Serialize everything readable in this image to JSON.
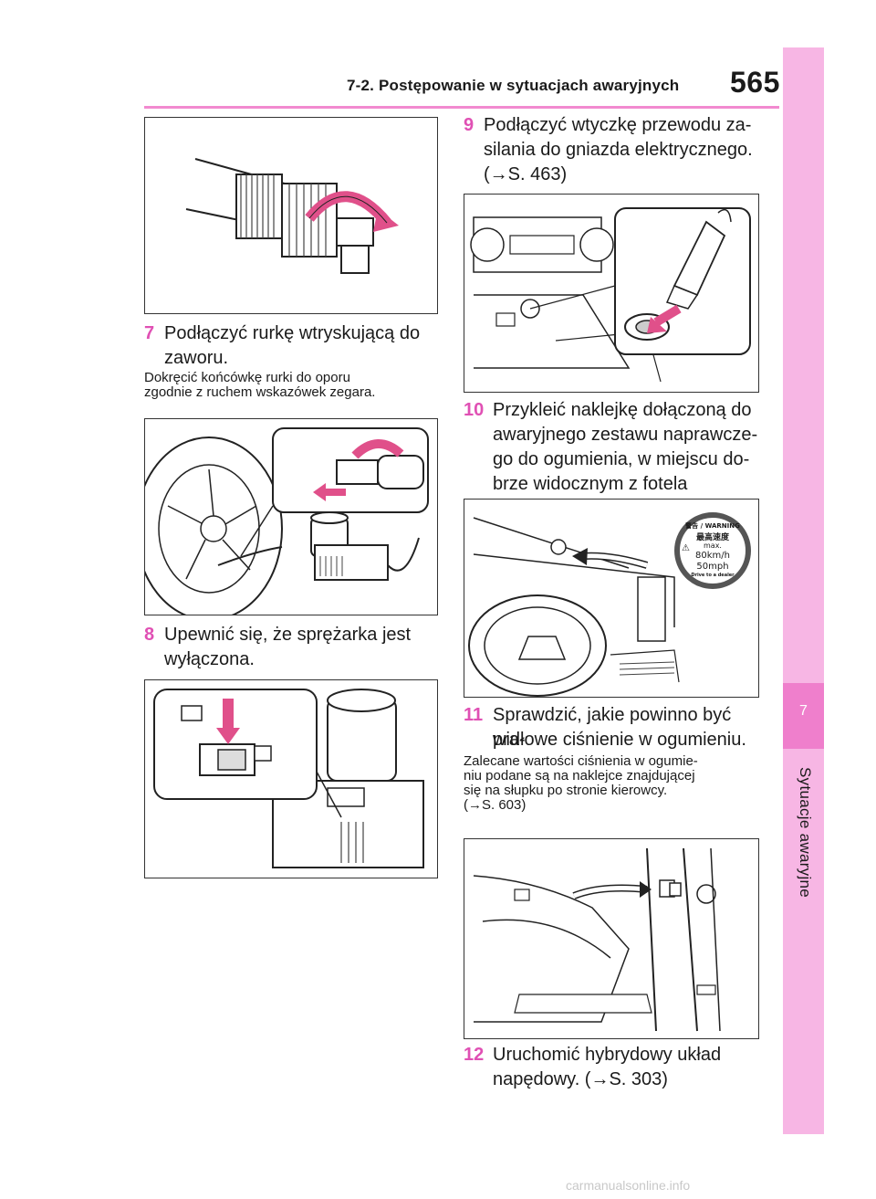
{
  "header": {
    "section": "7-2. Postępowanie w sytuacjach awaryjnych",
    "page_number": "565"
  },
  "side_tab": {
    "chapter_number": "7",
    "chapter_title": "Sytuacje awaryjne"
  },
  "left_column": {
    "step7": {
      "number": "7",
      "line1": "Podłączyć rurkę wtryskującą do",
      "line2": "zaworu.",
      "note_line1": "Dokręcić końcówkę rurki do oporu",
      "note_line2": "zgodnie z ruchem wskazówek zegara."
    },
    "step8": {
      "number": "8",
      "line1": "Upewnić się, że sprężarka jest",
      "line2": "wyłączona."
    }
  },
  "right_column": {
    "step9": {
      "number": "9",
      "line1": "Podłączyć wtyczkę przewodu za-",
      "line2": "silania do gniazda elektrycznego.",
      "line3": "(→S. 463)"
    },
    "step10": {
      "number": "10",
      "line1": "Przykleić naklejkę dołączoną do",
      "line2": "awaryjnego zestawu naprawcze-",
      "line3": "go do ogumienia, w miejscu do-",
      "line4": "brze widocznym z fotela kierowcy."
    },
    "step11": {
      "number": "11",
      "line1": "Sprawdzić, jakie powinno być pra-",
      "line2": "widłowe ciśnienie w ogumieniu.",
      "note_line1": "Zalecane wartości ciśnienia w ogumie-",
      "note_line2": "niu podane są na naklejce znajdującej",
      "note_line3": "się na słupku po stronie kierowcy.",
      "note_line4": "(→S. 603)"
    },
    "step12": {
      "number": "12",
      "line1": "Uruchomić hybrydowy układ",
      "line2": "napędowy. (→S. 303)"
    }
  },
  "sticker": {
    "top_text": "警告 / WARNING",
    "kanji": "最高速度",
    "max_label": "max.",
    "speed_kmh": "80km/h",
    "speed_mph": "50mph",
    "bottom_text": "Drive to a dealer"
  },
  "footer": {
    "watermark": "carmanualsonline.info"
  },
  "colors": {
    "accent_pink": "#e050b4",
    "tab_pink": "#f7b6e4",
    "tab_active": "#ef7fcc",
    "rule_pink": "#f28ad0"
  }
}
